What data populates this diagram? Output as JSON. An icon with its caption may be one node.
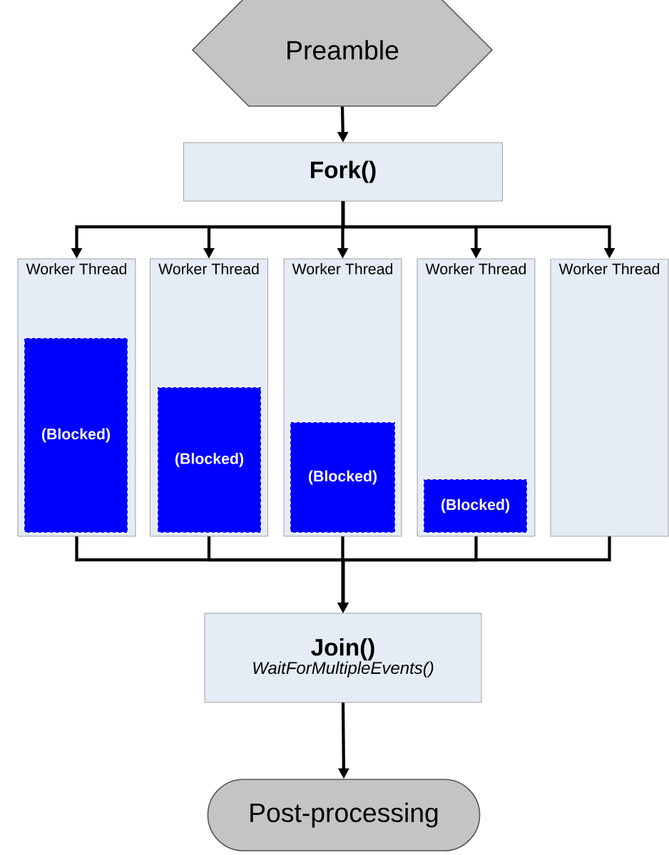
{
  "diagram": {
    "nodes": [
      {
        "text": [
          "Preamble"
        ]
      },
      {
        "text": [
          "Fork()"
        ]
      },
      {
        "text": [
          "Worker Thread"
        ]
      },
      {
        "text": [
          "Worker Thread"
        ]
      },
      {
        "text": [
          "Worker Thread"
        ]
      },
      {
        "text": [
          "Worker Thread"
        ]
      },
      {
        "text": [
          "Worker Thread"
        ]
      },
      {
        "text": [
          "(Blocked)"
        ],
        "in": 2
      },
      {
        "text": [
          "(Blocked)"
        ],
        "in": 3
      },
      {
        "text": [
          "(Blocked)"
        ],
        "in": 4
      },
      {
        "text": [
          "(Blocked)"
        ],
        "in": 5
      },
      {
        "text": [
          "Join()",
          "WaitForMultipleEvents()"
        ]
      },
      {
        "text": [
          "Post-processing"
        ]
      }
    ],
    "edges": [
      {
        "from": 0,
        "to": 1,
        "arrow": "to"
      },
      {
        "from": 1,
        "to": 2,
        "arrow": "to"
      },
      {
        "from": 1,
        "to": 3,
        "arrow": "to"
      },
      {
        "from": 1,
        "to": 4,
        "arrow": "to"
      },
      {
        "from": 1,
        "to": 5,
        "arrow": "to"
      },
      {
        "from": 1,
        "to": 6,
        "arrow": "to"
      },
      {
        "from": 2,
        "to": 11,
        "arrow": "to"
      },
      {
        "from": 3,
        "to": 11,
        "arrow": "to"
      },
      {
        "from": 4,
        "to": 11,
        "arrow": "to"
      },
      {
        "from": 5,
        "to": 11,
        "arrow": "to"
      },
      {
        "from": 6,
        "to": 11,
        "arrow": "to"
      },
      {
        "from": 11,
        "to": 12,
        "arrow": "to"
      }
    ]
  }
}
